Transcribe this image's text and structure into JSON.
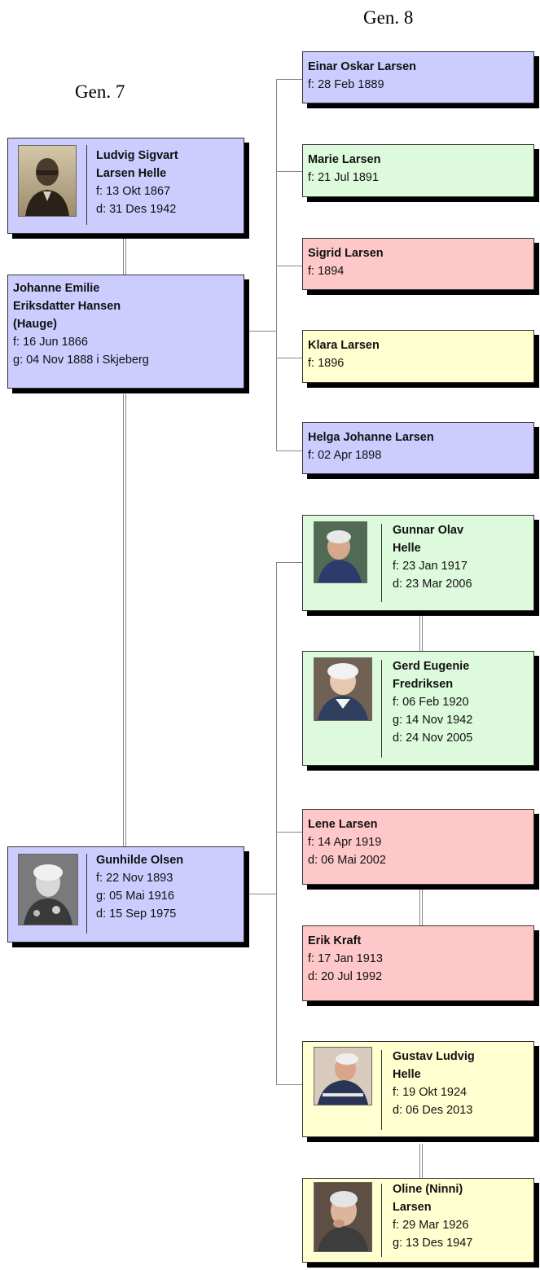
{
  "headers": {
    "gen7": "Gen. 7",
    "gen8": "Gen. 8"
  },
  "gen7": {
    "ludvig": {
      "name1": "Ludvig Sigvart",
      "name2": "Larsen Helle",
      "born": "f: 13 Okt 1867",
      "died": "d: 31 Des 1942"
    },
    "johanne": {
      "name1": "Johanne Emilie",
      "name2": "Eriksdatter Hansen",
      "name3": "(Hauge)",
      "born": "f: 16 Jun 1866",
      "married": "g: 04 Nov 1888 i Skjeberg"
    },
    "gunhilde": {
      "name": "Gunhilde Olsen",
      "born": "f: 22 Nov 1893",
      "married": "g: 05 Mai 1916",
      "died": "d: 15 Sep 1975"
    }
  },
  "gen8": {
    "einar": {
      "name": "Einar Oskar Larsen",
      "born": "f: 28 Feb 1889"
    },
    "marie": {
      "name": "Marie Larsen",
      "born": "f: 21 Jul 1891"
    },
    "sigrid": {
      "name": "Sigrid Larsen",
      "born": "f: 1894"
    },
    "klara": {
      "name": "Klara Larsen",
      "born": "f: 1896"
    },
    "helga": {
      "name": "Helga Johanne Larsen",
      "born": "f: 02 Apr 1898"
    },
    "gunnar": {
      "name1": "Gunnar Olav",
      "name2": "Helle",
      "born": "f: 23 Jan 1917",
      "died": "d: 23 Mar 2006"
    },
    "gerd": {
      "name1": "Gerd Eugenie",
      "name2": "Fredriksen",
      "born": "f: 06 Feb 1920",
      "married": "g: 14 Nov 1942",
      "died": "d: 24 Nov 2005"
    },
    "lene": {
      "name": "Lene Larsen",
      "born": "f: 14 Apr 1919",
      "died": "d: 06 Mai 2002"
    },
    "erik": {
      "name": "Erik Kraft",
      "born": "f: 17 Jan 1913",
      "died": "d: 20 Jul 1992"
    },
    "gustav": {
      "name1": "Gustav Ludvig",
      "name2": "Helle",
      "born": "f: 19 Okt 1924",
      "died": "d: 06 Des 2013"
    },
    "oline": {
      "name1": "Oline (Ninni)",
      "name2": "Larsen",
      "born": "f: 29 Mar 1926",
      "married": "g: 13 Des 1947"
    }
  }
}
